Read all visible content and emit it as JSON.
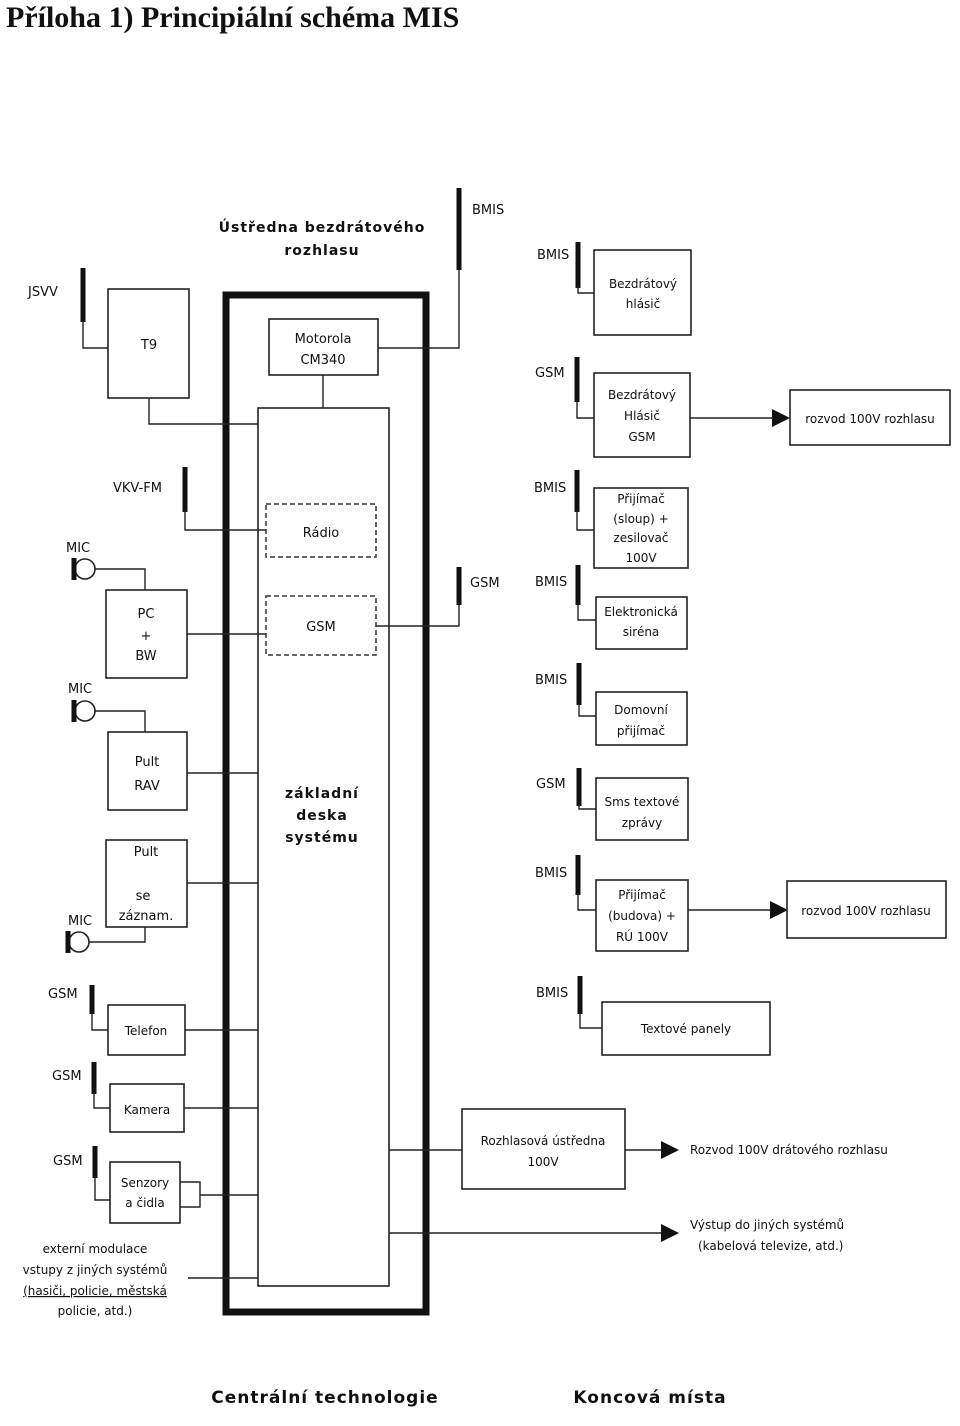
{
  "title": "Příloha 1) Principiální schéma MIS",
  "central": {
    "heading": [
      "Ústředna bezdrátového",
      "rozhlasu"
    ],
    "motorola": [
      "Motorola",
      "CM340"
    ],
    "radio": "Rádio",
    "gsm": "GSM",
    "board": [
      "základní",
      "deska",
      "systému"
    ]
  },
  "left": {
    "jsvv": "JSVV",
    "t9": "T9",
    "vkv": "VKV-FM",
    "mic": "MIC",
    "pc": [
      "PC",
      "+",
      "BW"
    ],
    "pult_rav": [
      "Pult",
      "RAV"
    ],
    "pult_zaznam": [
      "Pult",
      "se",
      "záznam."
    ],
    "gsm": "GSM",
    "telefon": "Telefon",
    "kamera": "Kamera",
    "senzory": [
      "Senzory",
      "a čidla"
    ],
    "external": [
      "externí  modulace",
      "vstupy z jiných systémů",
      "(hasiči, policie, městská",
      "policie, atd.)"
    ]
  },
  "antennas": {
    "bmis": "BMIS",
    "gsm": "GSM"
  },
  "right": {
    "bezdratovy_hlasic": [
      "Bezdrátový",
      "hlásič"
    ],
    "bezdratovy_hlasic_gsm": [
      "Bezdrátový",
      "Hlásič",
      "GSM"
    ],
    "prijimac_sloup": [
      "Přijímač",
      "(sloup) +",
      "zesilovač",
      "100V"
    ],
    "sirena": [
      "Elektronická",
      "siréna"
    ],
    "domovni": [
      "Domovní",
      "přijímač"
    ],
    "sms": [
      "Sms textové",
      "zprávy"
    ],
    "prijimac_budova": [
      "Přijímač",
      "(budova) +",
      "RÚ 100V"
    ],
    "panely": "Textové panely",
    "rozvod1": "rozvod 100V rozhlasu",
    "rozvod2": "rozvod 100V rozhlasu",
    "ustredna100": [
      "Rozhlasová ústředna",
      "100V"
    ],
    "rozvod_dratovy": "Rozvod 100V drátového rozhlasu",
    "vystup": [
      "Výstup do jiných systémů",
      "(kabelová televize, atd.)"
    ]
  },
  "footer": {
    "left": "Centrální technologie",
    "right": "Koncová  místa"
  }
}
